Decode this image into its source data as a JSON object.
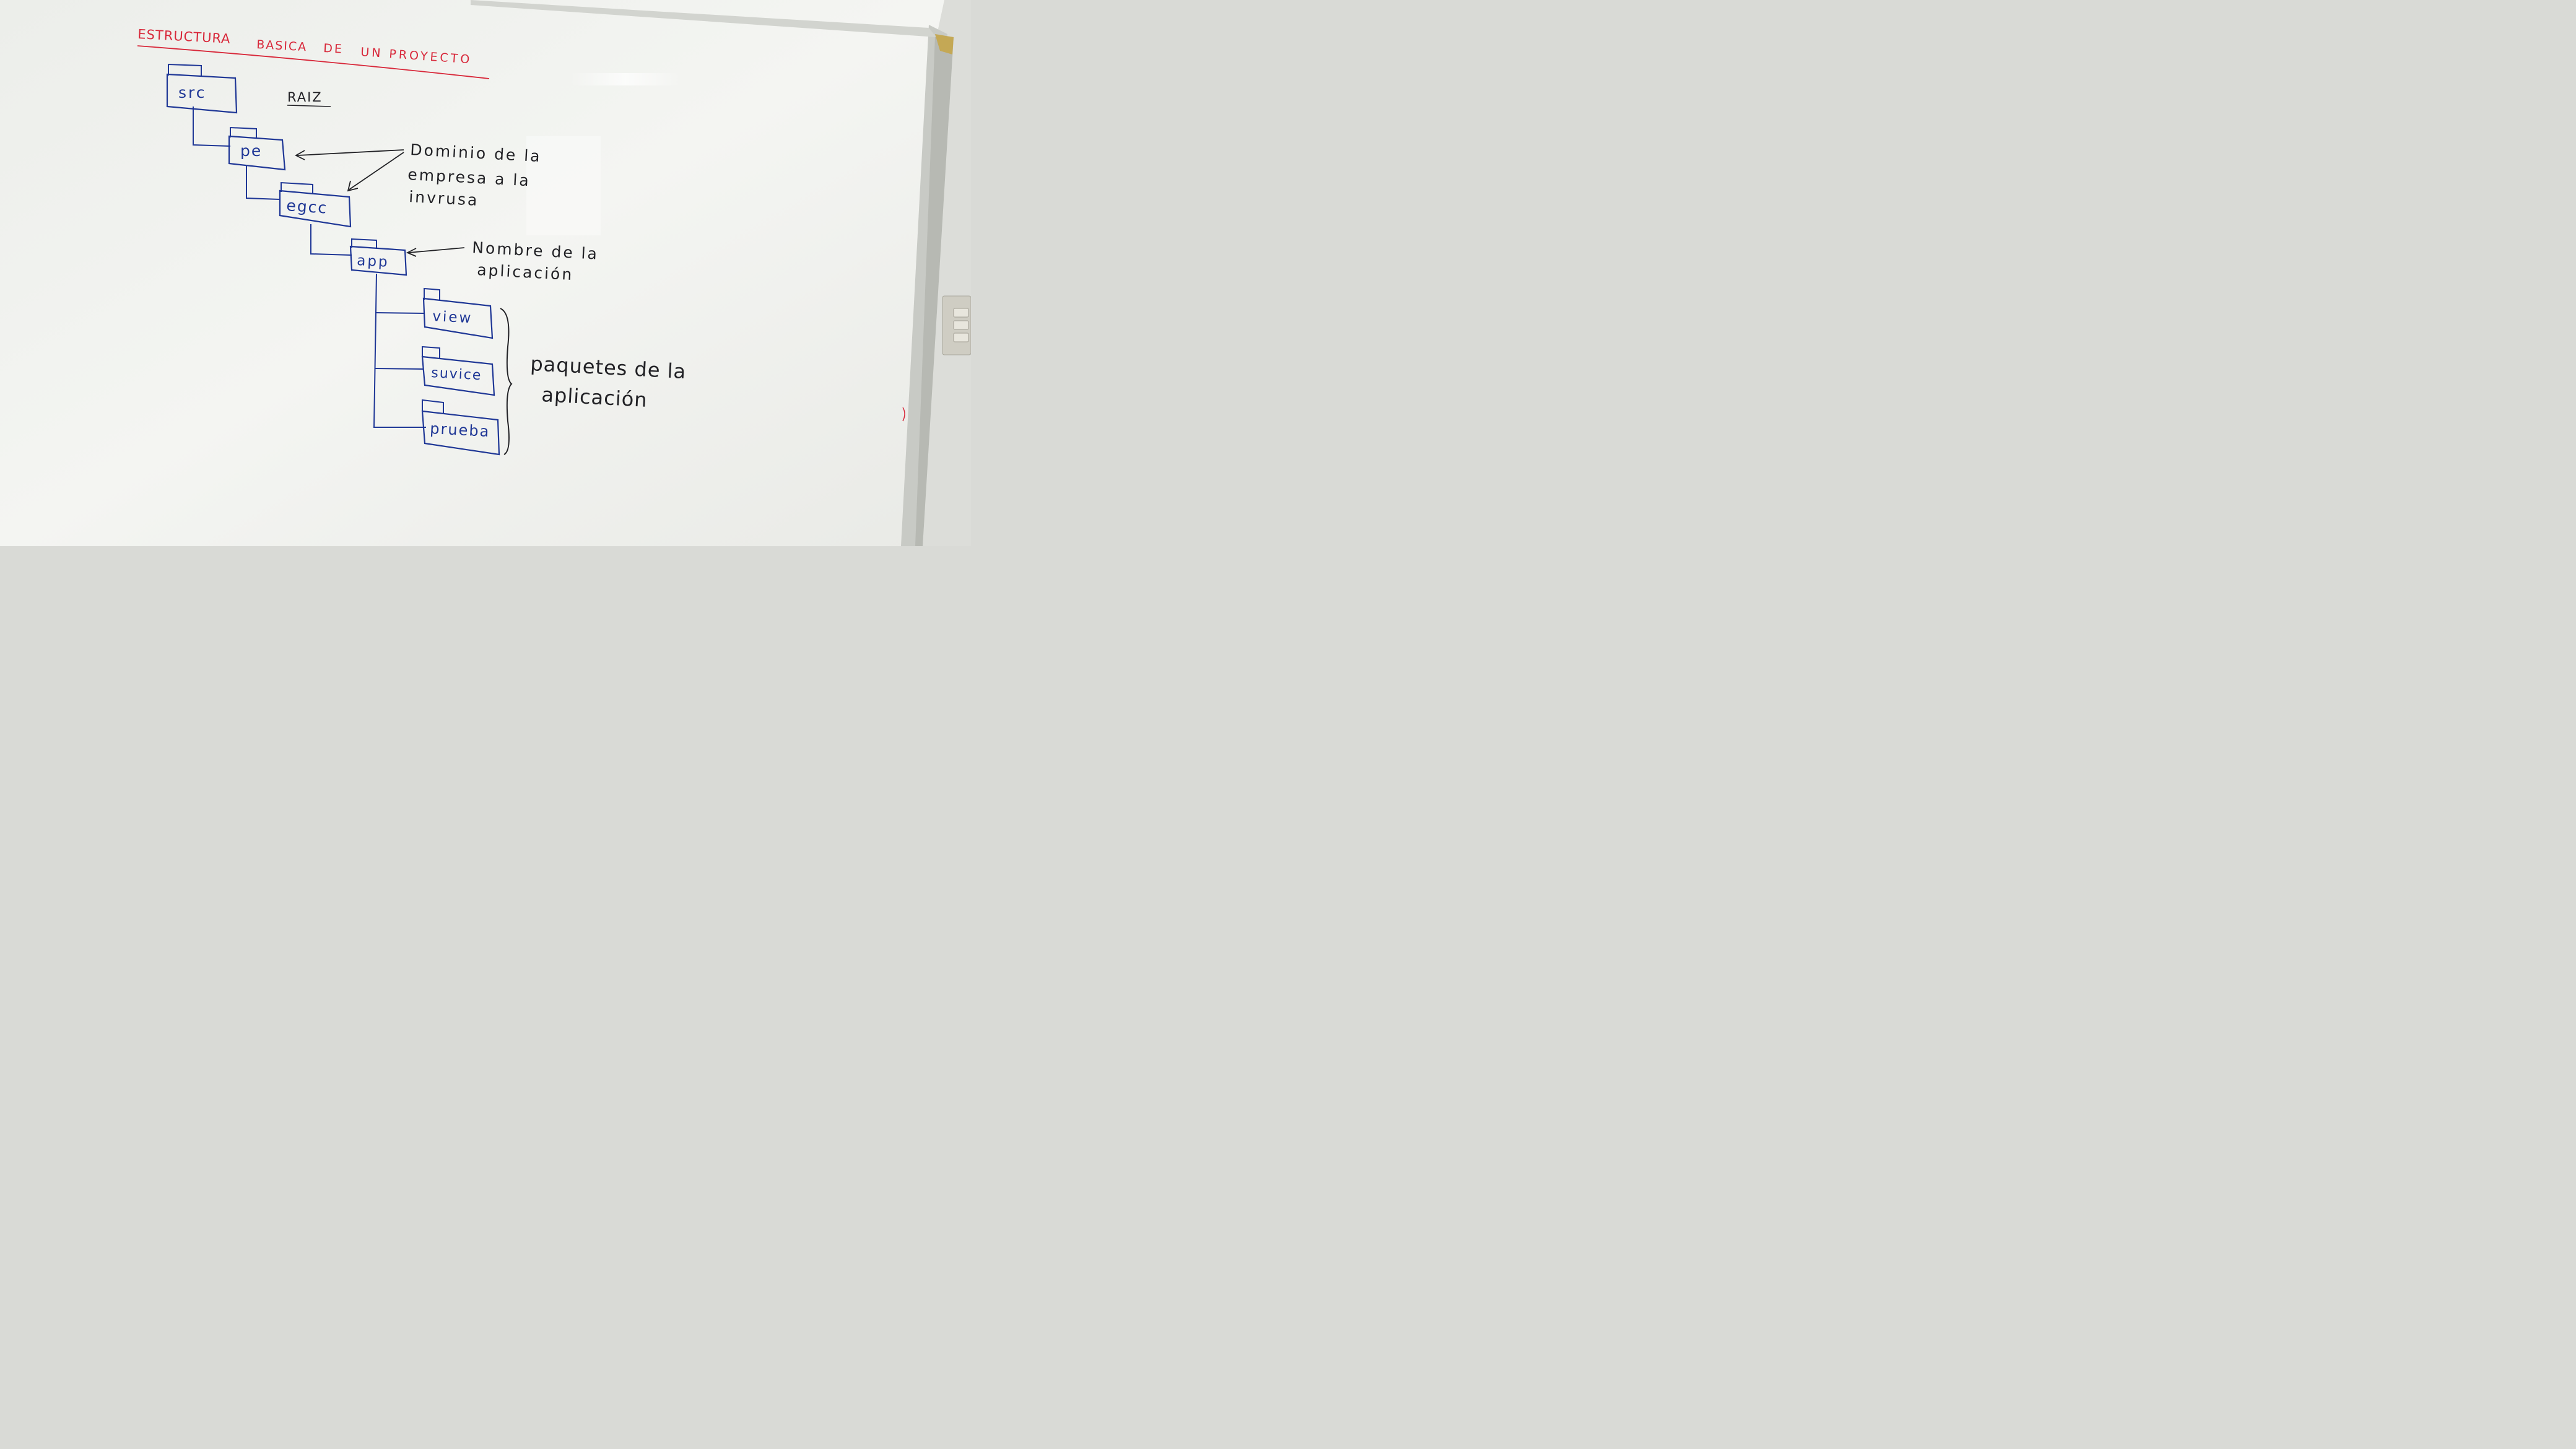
{
  "board": {
    "title_line1": "ESTRUCTURA",
    "title_line2": "BASICA",
    "title_line3": "DE",
    "title_line4": "UN PROYECTO",
    "root_label": "RAIZ"
  },
  "folders": [
    {
      "label": "src"
    },
    {
      "label": "pe"
    },
    {
      "label": "egcc"
    },
    {
      "label": "app"
    },
    {
      "label": "view"
    },
    {
      "label": "suvice"
    },
    {
      "label": "prueba"
    }
  ],
  "notes": {
    "domain_line1": "Dominio de la",
    "domain_line2": "empresa a la",
    "domain_line3": "invrusa",
    "appname_line1": "Nombre de la",
    "appname_line2": "aplicación",
    "packages_line1": "paquetes de la",
    "packages_line2": "aplicación"
  },
  "colors": {
    "board": "#f1f2ef",
    "frame": "#c9cbc6",
    "red_marker": "#d8283a",
    "blue_marker": "#1f3796",
    "black_marker": "#222226"
  }
}
